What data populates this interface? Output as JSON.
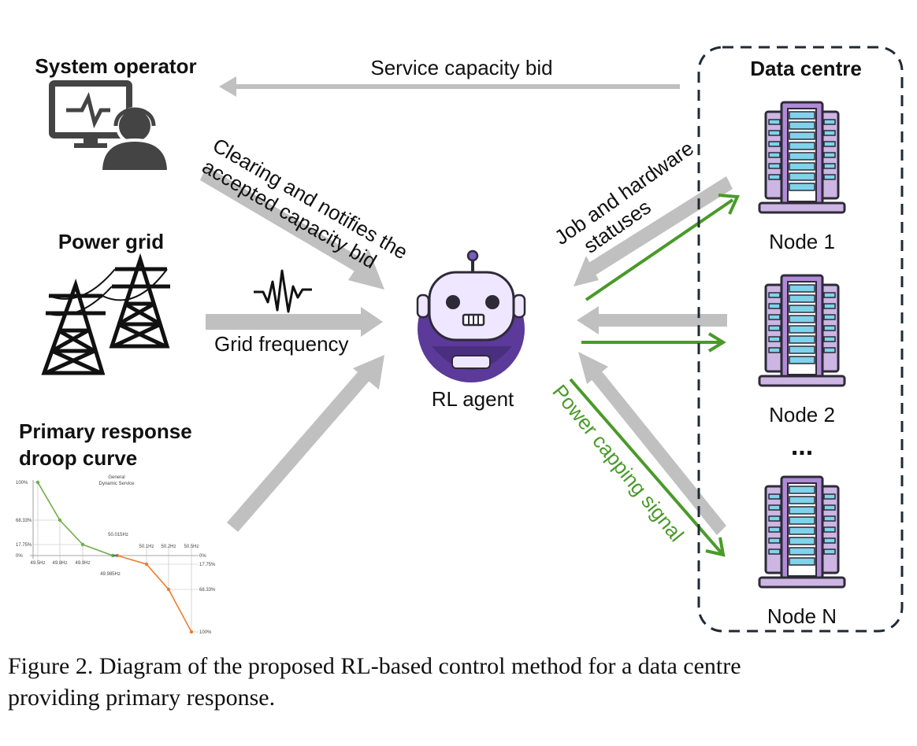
{
  "actors": {
    "system_operator": "System operator",
    "power_grid": "Power grid",
    "droop_title_line1": "Primary response",
    "droop_title_line2": "droop curve",
    "data_centre": "Data centre",
    "rl_agent": "RL agent"
  },
  "arrows": {
    "service_capacity_bid": "Service capacity bid",
    "clearing_line1": "Clearing and notifies the",
    "clearing_line2": "accepted capacity bid",
    "grid_frequency": "Grid frequency",
    "job_status_line1": "Job and hardware",
    "job_status_line2": "statuses",
    "power_capping": "Power capping signal"
  },
  "nodes": [
    "Node 1",
    "Node 2",
    "Node N"
  ],
  "ellipsis": "...",
  "droop_chart": {
    "title_line1": "General",
    "title_line2": "Dynamic Service",
    "left_y_ticks": [
      "100%",
      "68.33%",
      "17.75%",
      "0%"
    ],
    "right_y_ticks": [
      "0%",
      "17.75%",
      "68.33%",
      "100%"
    ],
    "x_ticks_low": [
      "49.5Hz",
      "49.8Hz",
      "49.9Hz"
    ],
    "x_ticks_high": [
      "50.1Hz",
      "50.2Hz",
      "50.5Hz"
    ],
    "deadband_high": "50.015Hz",
    "deadband_low": "49.985Hz",
    "low_curve": [
      [
        49.5,
        100
      ],
      [
        49.8,
        68.33
      ],
      [
        49.9,
        17.75
      ],
      [
        49.985,
        0
      ]
    ],
    "high_curve": [
      [
        50.015,
        0
      ],
      [
        50.1,
        -17.75
      ],
      [
        50.2,
        -68.33
      ],
      [
        50.5,
        -100
      ]
    ],
    "colors": {
      "low": "#70ad47",
      "high": "#ed7d31",
      "deadband": "#4472c4"
    }
  },
  "caption": {
    "line1": "Figure 2.  Diagram of the proposed RL-based control method for a data centre",
    "line2": "providing primary response."
  },
  "colors": {
    "grey_arrow": "#c0c0c0",
    "green_arrow": "#4a9a2a",
    "power_capping_text": "#4a9a2a",
    "server_purple": "#cdb6e3",
    "server_dark": "#2e2a38",
    "server_light_blue": "#7fd3ea",
    "robot_purple": "#5b3a9a"
  }
}
